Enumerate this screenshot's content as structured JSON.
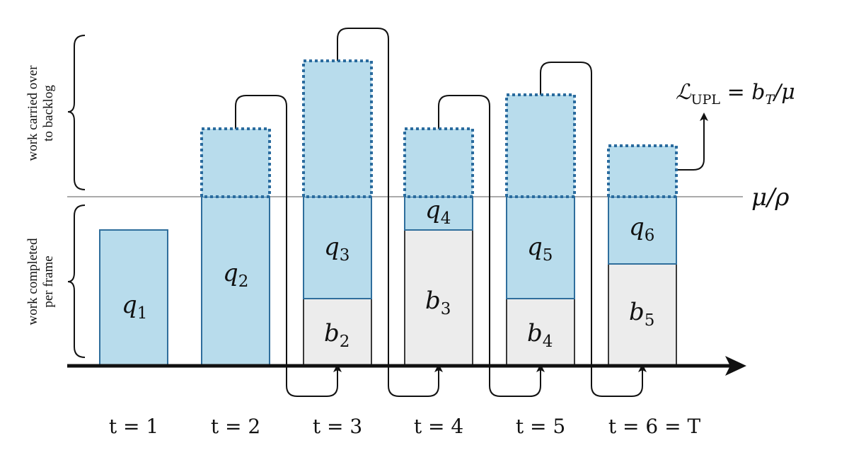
{
  "left_labels": {
    "top": [
      "work carried over",
      "to backlog"
    ],
    "bottom": [
      "work completed",
      "per frame"
    ]
  },
  "threshold_label": {
    "var": "μ/ρ"
  },
  "loss_formula": {
    "L": "ℒ",
    "L_sub": "UPL",
    "eq": " = ",
    "b": "b",
    "b_sub": "T",
    "rest": "/μ"
  },
  "bars": [
    {
      "q": {
        "v": "q",
        "s": "1"
      }
    },
    {
      "q": {
        "v": "q",
        "s": "2"
      }
    },
    {
      "q": {
        "v": "q",
        "s": "3"
      },
      "b": {
        "v": "b",
        "s": "2"
      }
    },
    {
      "q": {
        "v": "q",
        "s": "4"
      },
      "b": {
        "v": "b",
        "s": "3"
      }
    },
    {
      "q": {
        "v": "q",
        "s": "5"
      },
      "b": {
        "v": "b",
        "s": "4"
      }
    },
    {
      "q": {
        "v": "q",
        "s": "6"
      },
      "b": {
        "v": "b",
        "s": "5"
      }
    }
  ],
  "time_labels": [
    "t = 1",
    "t = 2",
    "t = 3",
    "t = 4",
    "t = 5",
    "t = 6 = T"
  ],
  "colors": {
    "queue_fill": "#b8dcec",
    "queue_stroke": "#2f6e9c",
    "backlog_fill": "#ececec",
    "threshold": "#aaaaaa"
  }
}
